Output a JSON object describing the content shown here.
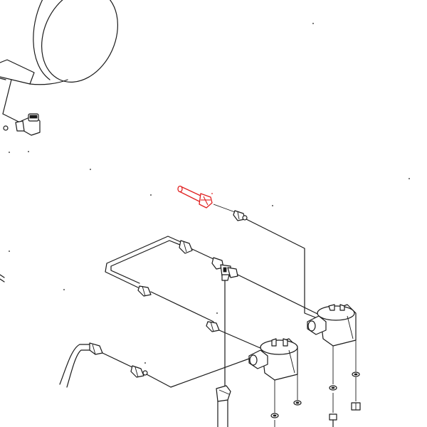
{
  "diagram": {
    "highlight_color": "#e02020",
    "line_color": "#1a1a1a",
    "background": "#ffffff",
    "parts": [
      {
        "name": "tank",
        "highlighted": false
      },
      {
        "name": "elbow-fitting",
        "highlighted": false
      },
      {
        "name": "highlighted-pin",
        "highlighted": true
      },
      {
        "name": "connector",
        "highlighted": false
      },
      {
        "name": "tee-fitting",
        "highlighted": false
      },
      {
        "name": "tube-loop",
        "highlighted": false
      },
      {
        "name": "flow-meter-upper",
        "highlighted": false
      },
      {
        "name": "flow-meter-lower",
        "highlighted": false
      },
      {
        "name": "hose",
        "highlighted": false
      },
      {
        "name": "nut",
        "highlighted": false
      },
      {
        "name": "screw",
        "highlighted": false
      },
      {
        "name": "washer",
        "highlighted": false
      }
    ]
  }
}
